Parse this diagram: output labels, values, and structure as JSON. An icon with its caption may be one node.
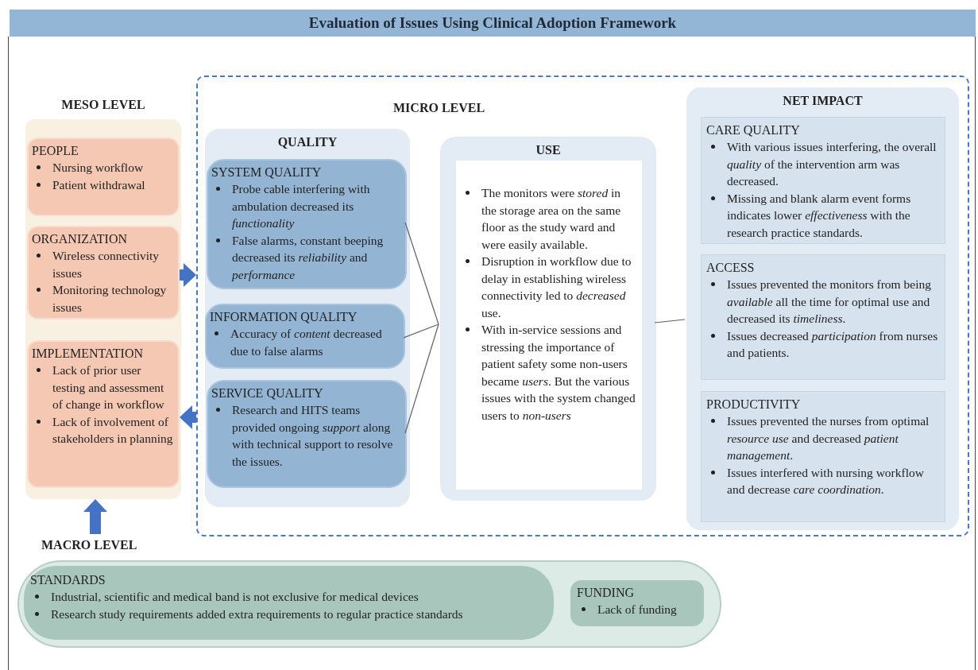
{
  "diagram": {
    "title": "Evaluation of Issues Using Clinical Adoption Framework",
    "nodes": [
      {
        "text": [
          "MESO LEVEL"
        ]
      },
      {
        "text": [
          "PEOPLE",
          "Nursing workflow",
          "Patient withdrawal"
        ],
        "in": 0
      },
      {
        "text": [
          "ORGANIZATION",
          "Wireless connectivity issues",
          "Monitoring technology issues"
        ],
        "in": 0
      },
      {
        "text": [
          "IMPLEMENTATION",
          "Lack of prior user testing and assessment of change in workflow",
          "Lack of involvement of stakeholders in planning"
        ],
        "in": 0
      },
      {
        "text": [
          "MICRO LEVEL"
        ]
      },
      {
        "text": [
          "QUALITY"
        ],
        "in": 4
      },
      {
        "text": [
          "SYSTEM QUALITY",
          "Probe cable interfering with ambulation decreased its *functionality*",
          "False alarms, constant beeping decreased its *reliability* and *performance*"
        ],
        "in": 5
      },
      {
        "text": [
          "INFORMATION QUALITY",
          "Accuracy of *content* decreased due to false alarms"
        ],
        "in": 5
      },
      {
        "text": [
          "SERVICE QUALITY",
          "Research and HITS teams provided ongoing *support* along with technical support to resolve the issues."
        ],
        "in": 5
      },
      {
        "text": [
          "USE",
          "The monitors were *stored* in the storage area on the same floor as the study ward and were easily available.",
          "Disruption in workflow due to delay in establishing wireless connectivity led to *decreased* use.",
          "With in-service sessions and stressing the importance of patient safety some non-users became *users*. But the various issues with the system changed users to *non-users*"
        ],
        "in": 4
      },
      {
        "text": [
          "NET IMPACT"
        ],
        "in": 4
      },
      {
        "text": [
          "CARE QUALITY",
          "With various issues interfering, the overall *quality* of the intervention arm was decreased.",
          "Missing and blank alarm event forms indicates lower *effectiveness* with the research practice standards."
        ],
        "in": 10
      },
      {
        "text": [
          "ACCESS",
          "Issues prevented the monitors from being *available* all the time for optimal use and decreased its *timeliness*.",
          "Issues decreased *participation* from nurses and patients."
        ],
        "in": 10
      },
      {
        "text": [
          "PRODUCTIVITY",
          "Issues prevented the nurses from optimal *resource use* and decreased *patient management*.",
          "Issues interfered with nursing workflow and decrease *care coordination*."
        ],
        "in": 10
      },
      {
        "text": [
          "MACRO LEVEL"
        ]
      },
      {
        "text": [
          "STANDARDS",
          "Industrial, scientific and medical band is not exclusive for medical devices",
          "Research study requirements added extra requirements to regular practice standards"
        ],
        "in": 14
      },
      {
        "text": [
          "FUNDING",
          "Lack of funding"
        ],
        "in": 14
      }
    ],
    "edges": [
      {
        "from": 2,
        "to": 4,
        "arrow": "to",
        "style": "thick",
        "color": "#4472c4"
      },
      {
        "from": 4,
        "to": 3,
        "arrow": "to",
        "style": "thick",
        "color": "#4472c4"
      },
      {
        "from": 6,
        "to": 9,
        "arrow": "none"
      },
      {
        "from": 7,
        "to": 9,
        "arrow": "none"
      },
      {
        "from": 8,
        "to": 9,
        "arrow": "none"
      },
      {
        "from": 9,
        "to": 10,
        "arrow": "none"
      },
      {
        "from": 14,
        "to": 0,
        "arrow": "to",
        "style": "thick",
        "color": "#4472c4"
      }
    ]
  }
}
